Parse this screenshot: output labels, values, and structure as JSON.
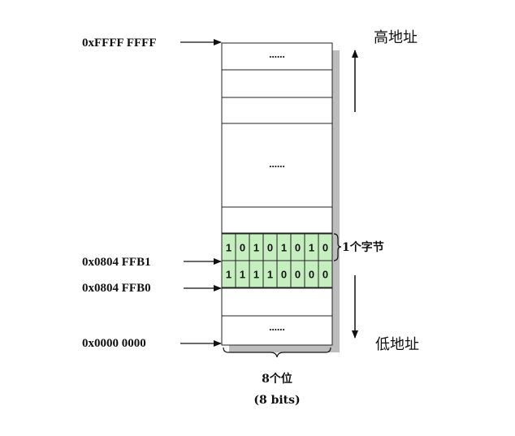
{
  "addresses": {
    "top": "0xFFFF FFFF",
    "byte_high": "0x0804 FFB1",
    "byte_low": "0x0804 FFB0",
    "bottom": "0x0000 0000"
  },
  "ellipsis": "......",
  "bytes": [
    [
      "1",
      "0",
      "1",
      "0",
      "1",
      "0",
      "1",
      "0"
    ],
    [
      "1",
      "1",
      "1",
      "1",
      "0",
      "0",
      "0",
      "0"
    ]
  ],
  "labels": {
    "high_address": "高地址",
    "low_address": "低地址",
    "one_byte": "1个字节",
    "eight_bits": "8个位",
    "eight_bits_en": "(8 bits)"
  },
  "colors": {
    "bit_fill": "#c6efc0",
    "shadow": "#bdbdbd",
    "stroke": "#222222"
  }
}
